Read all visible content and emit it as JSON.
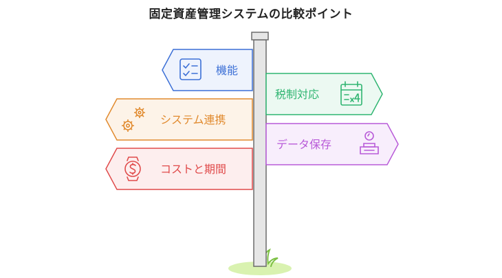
{
  "title": "固定資産管理システムの比較ポイント",
  "signs": [
    {
      "label": "機能",
      "icon": "checklist-icon",
      "color": "#3b6fd6",
      "fill": "#eef3fd"
    },
    {
      "label": "税制対応",
      "icon": "calendar-tax-icon",
      "color": "#2fb571",
      "fill": "#ecf9f2"
    },
    {
      "label": "システム連携",
      "icon": "gears-icon",
      "color": "#e18a2e",
      "fill": "#fdf3e8"
    },
    {
      "label": "データ保存",
      "icon": "database-user-icon",
      "color": "#b85ad8",
      "fill": "#f8eefc"
    },
    {
      "label": "コストと期間",
      "icon": "money-watch-icon",
      "color": "#e04a4a",
      "fill": "#fdeeee"
    }
  ]
}
